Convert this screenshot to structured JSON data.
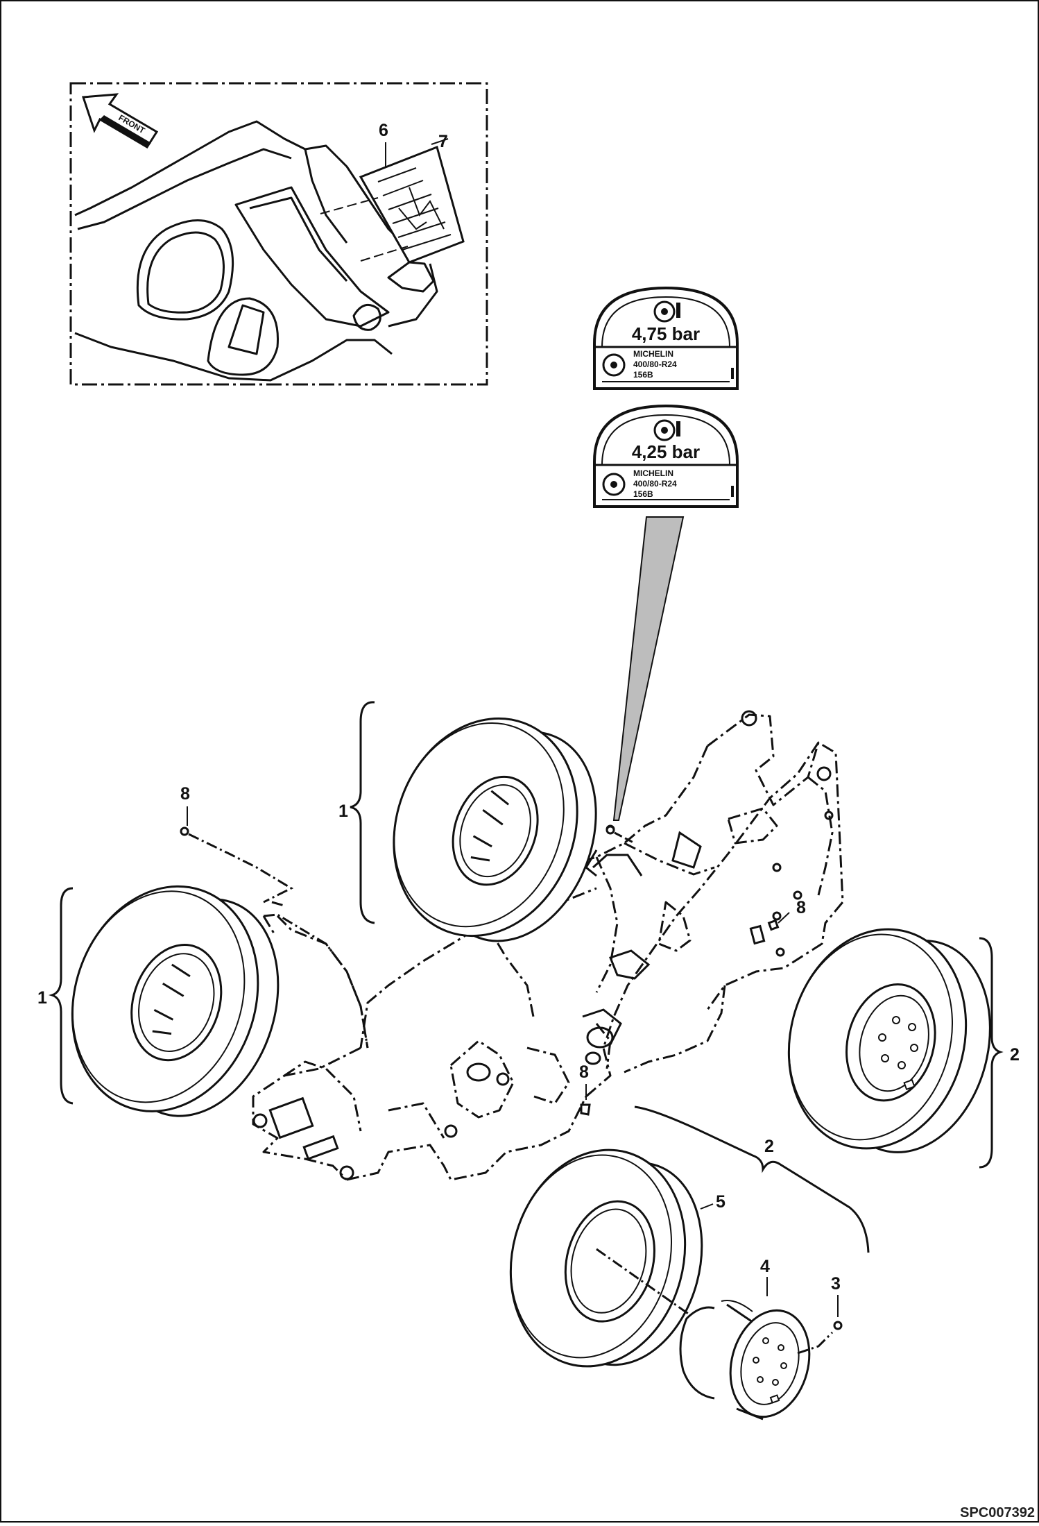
{
  "callouts": {
    "c1_upper": "1",
    "c1_left": "1",
    "c2_right": "2",
    "c2_lower": "2",
    "c3": "3",
    "c4": "4",
    "c5": "5",
    "c6": "6",
    "c7": "7",
    "c8_left": "8",
    "c8_right": "8",
    "c8_center": "8"
  },
  "inset": {
    "arrow_text": "FRONT"
  },
  "label_front": {
    "pressure": "4,75 bar",
    "brand": "MICHELIN",
    "size": "400/80-R24",
    "index": "156B"
  },
  "label_rear": {
    "pressure": "4,25 bar",
    "brand": "MICHELIN",
    "size": "400/80-R24",
    "index": "156B"
  },
  "figure_code": "SPC007392",
  "colors": {
    "line": "#111111",
    "leader_fill": "#bdbdbd",
    "label_fill": "#ffffff"
  }
}
